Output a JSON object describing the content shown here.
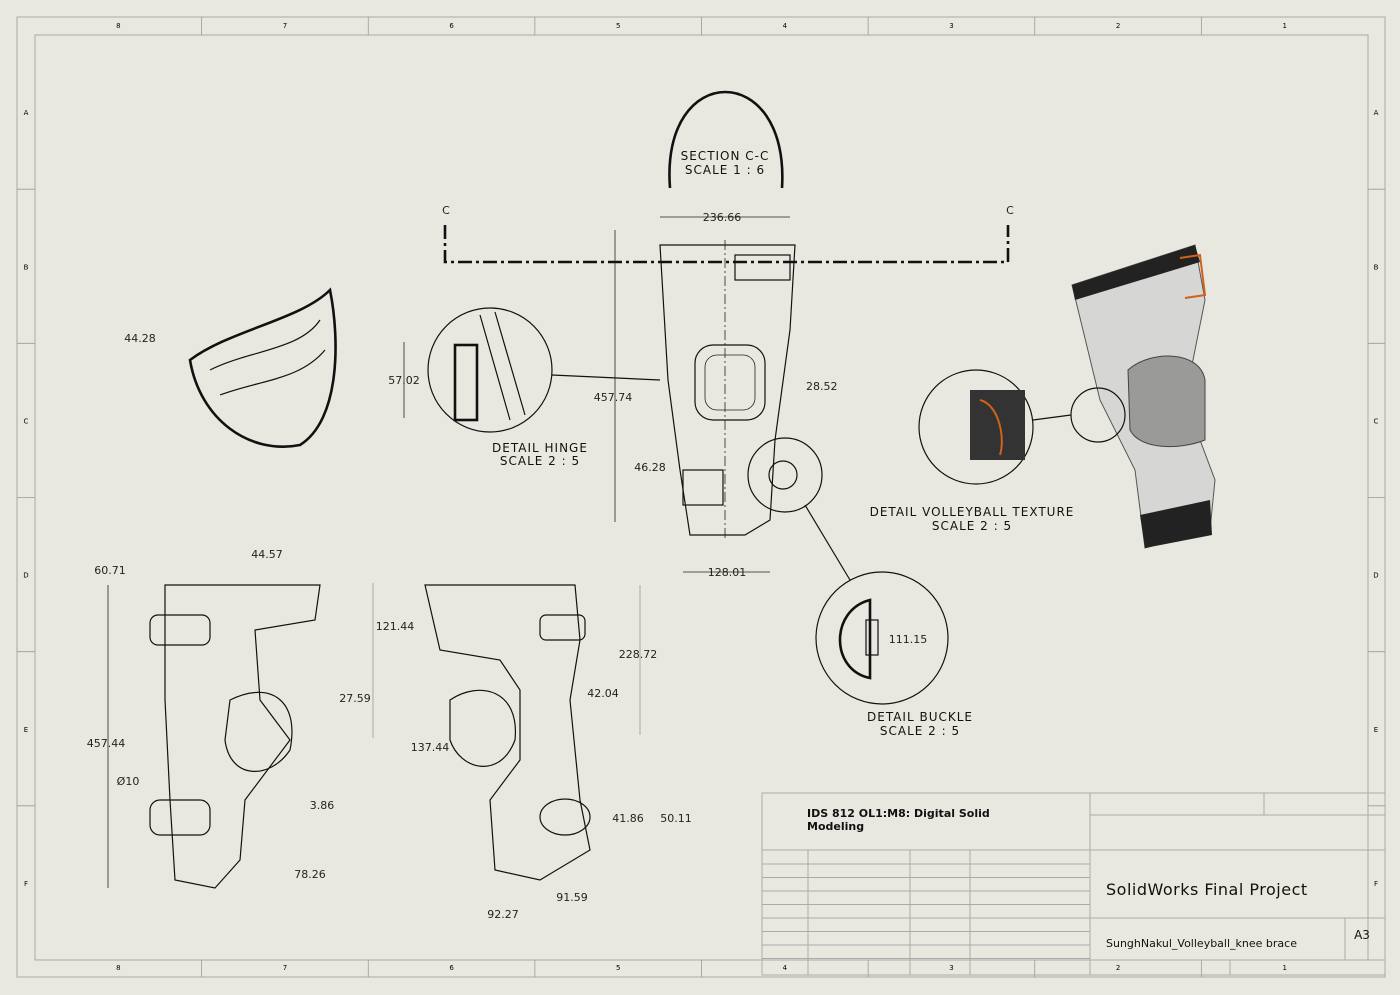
{
  "sheet": {
    "columns": [
      "8",
      "7",
      "6",
      "5",
      "4",
      "3",
      "2",
      "1"
    ],
    "rows": [
      "A",
      "B",
      "C",
      "D",
      "E",
      "F"
    ]
  },
  "views": {
    "section_label": "SECTION C-C",
    "section_scale": "SCALE 1 : 6",
    "cut_letter": "C",
    "detail_hinge": "DETAIL HINGE",
    "detail_hinge_scale": "SCALE 2 : 5",
    "detail_texture": "DETAIL VOLLEYBALL TEXTURE",
    "detail_texture_scale": "SCALE 2 : 5",
    "detail_buckle": "DETAIL BUCKLE",
    "detail_buckle_scale": "SCALE 2 : 5"
  },
  "dimensions": {
    "d1": "236.66",
    "d2": "457.74",
    "d3": "28.52",
    "d4": "46.28",
    "d5": "128.01",
    "d6": "57.02",
    "d7": "44.28",
    "d8": "111.15",
    "d9": "60.71",
    "d10": "44.57",
    "d11": "27.59",
    "d12": "457.44",
    "d13": "Ø10",
    "d14": "3.86",
    "d15": "78.26",
    "d16": "121.44",
    "d17": "228.72",
    "d18": "42.04",
    "d19": "137.44",
    "d20": "41.86",
    "d21": "50.11",
    "d22": "91.59",
    "d23": "92.27"
  },
  "title_block": {
    "course": "IDS 812 OL1:M8: Digital Solid",
    "course_line2": "Modeling",
    "title": "SolidWorks Final Project",
    "drawing_name": "SunghNakul_Volleyball_knee brace",
    "size": "A3"
  },
  "colors": {
    "paper": "#e9e8e0",
    "accent": "#d0621a"
  }
}
